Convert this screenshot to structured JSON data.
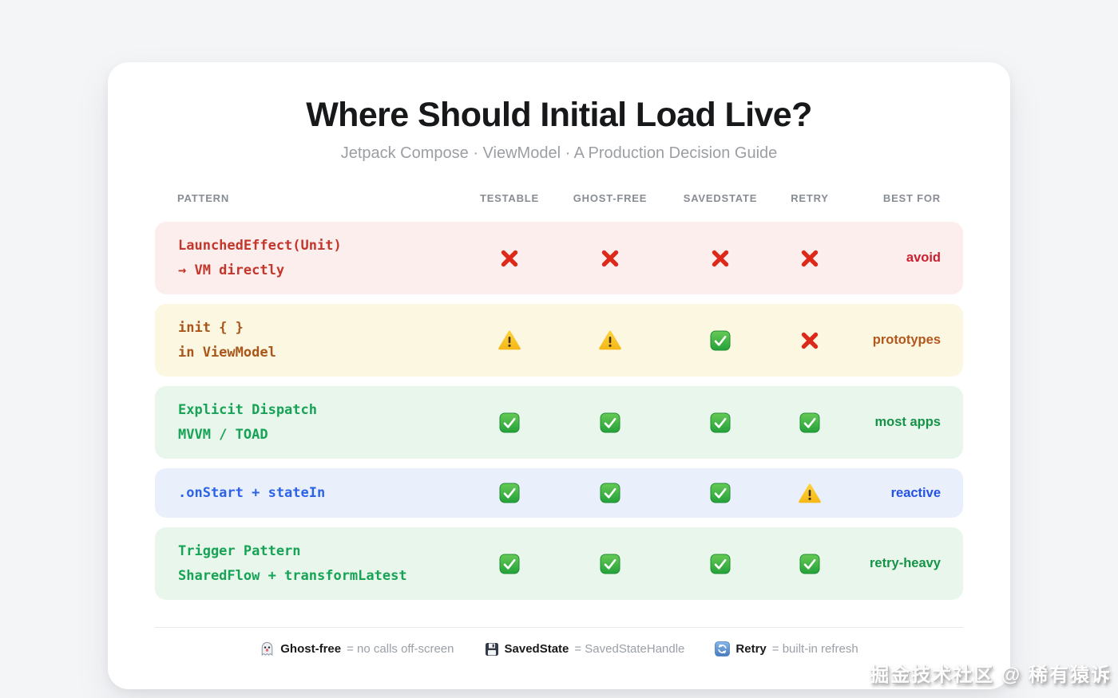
{
  "page": {
    "title": "Where Should Initial Load Live?",
    "subtitle": "Jetpack Compose · ViewModel · A Production Decision Guide",
    "watermark": "掘金技术社区 @ 稀有猿诉"
  },
  "table": {
    "headers": [
      "PATTERN",
      "TESTABLE",
      "GHOST-FREE",
      "SAVEDSTATE",
      "RETRY",
      "BEST FOR"
    ],
    "rows": [
      {
        "line1": "LaunchedEffect(Unit)",
        "line2": "→ VM directly",
        "statuses": [
          "cross",
          "cross",
          "cross",
          "cross"
        ],
        "best_for": "avoid",
        "theme": "red"
      },
      {
        "line1": "init { }",
        "line2": "in ViewModel",
        "statuses": [
          "warn",
          "warn",
          "check",
          "cross"
        ],
        "best_for": "prototypes",
        "theme": "yellow"
      },
      {
        "line1": "Explicit Dispatch",
        "line2": "MVVM / TOAD",
        "statuses": [
          "check",
          "check",
          "check",
          "check"
        ],
        "best_for": "most apps",
        "theme": "green"
      },
      {
        "line1": ".onStart + stateIn",
        "line2": "",
        "statuses": [
          "check",
          "check",
          "check",
          "warn"
        ],
        "best_for": "reactive",
        "theme": "blue"
      },
      {
        "line1": "Trigger Pattern",
        "line2": "SharedFlow + transformLatest",
        "statuses": [
          "check",
          "check",
          "check",
          "check"
        ],
        "best_for": "retry-heavy",
        "theme": "green"
      }
    ]
  },
  "legend": [
    {
      "icon": "ghost-icon",
      "term": "Ghost-free",
      "definition": "= no calls off-screen"
    },
    {
      "icon": "floppy-icon",
      "term": "SavedState",
      "definition": "= SavedStateHandle"
    },
    {
      "icon": "retry-icon",
      "term": "Retry",
      "definition": "= built-in refresh"
    }
  ],
  "colors": {
    "page_background": "#f4f5f7",
    "card_background": "#ffffff",
    "row_red": "#fceeec",
    "row_yellow": "#fbf7e1",
    "row_green": "#e9f6ec",
    "row_blue": "#e9effb",
    "text_red": "#c3362b",
    "text_orange": "#a9561b",
    "text_green": "#17a356",
    "text_blue": "#2d63e8",
    "status_cross": "#dc291a",
    "status_check": "#2ba33d",
    "status_warn": "#f9c523",
    "header_gray": "#888c93"
  }
}
